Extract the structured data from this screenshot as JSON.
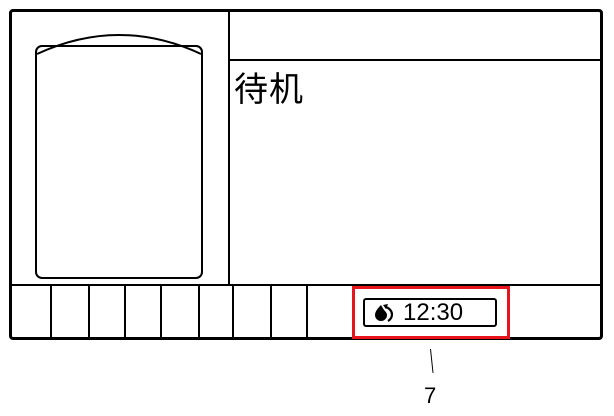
{
  "status": {
    "text": "待机"
  },
  "timer": {
    "icon": "refill-cycle-icon",
    "value": "12:30"
  },
  "callout": {
    "label": "7"
  },
  "colors": {
    "highlight": "#e8141b",
    "line": "#000000",
    "background": "#ffffff"
  }
}
